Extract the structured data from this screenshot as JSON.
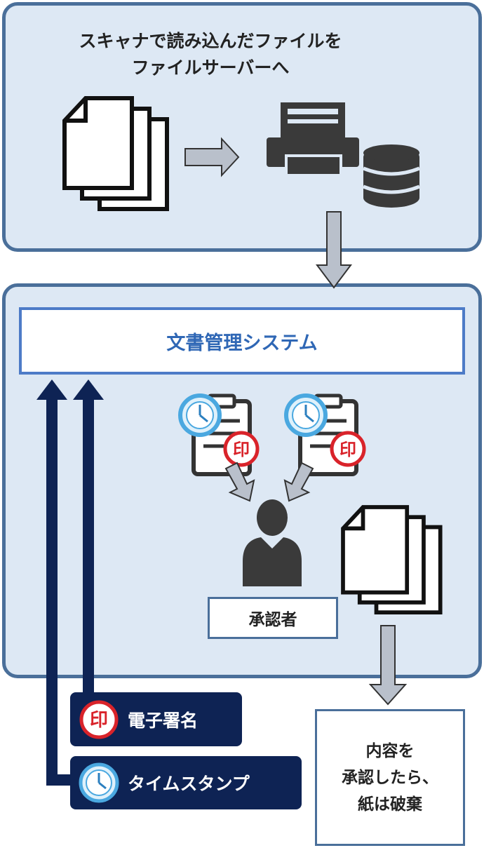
{
  "top_panel": {
    "caption_line1": "スキャナで読み込んだファイルを",
    "caption_line2": "ファイルサーバーへ"
  },
  "system": {
    "label": "文書管理システム"
  },
  "approver": {
    "label": "承認者"
  },
  "result": {
    "text": "内容を\n承認したら、\n紙は破棄"
  },
  "badges": {
    "signature": "電子署名",
    "timestamp": "タイムスタンプ"
  },
  "seal": {
    "glyph": "印"
  },
  "colors": {
    "panel_bg": "#dde8f4",
    "panel_border": "#4a6f9a",
    "system_blue": "#2f67b5",
    "navy": "#0e2354",
    "arrow_gray": "#b9c0cb",
    "icon_dark": "#3a3a3a",
    "seal_red": "#d9232a",
    "clock_blue": "#4aa8e0"
  },
  "icons": [
    "documents-stack-icon",
    "printer-icon",
    "database-icon",
    "clipboard-icon",
    "clock-icon",
    "seal-icon",
    "person-icon"
  ]
}
